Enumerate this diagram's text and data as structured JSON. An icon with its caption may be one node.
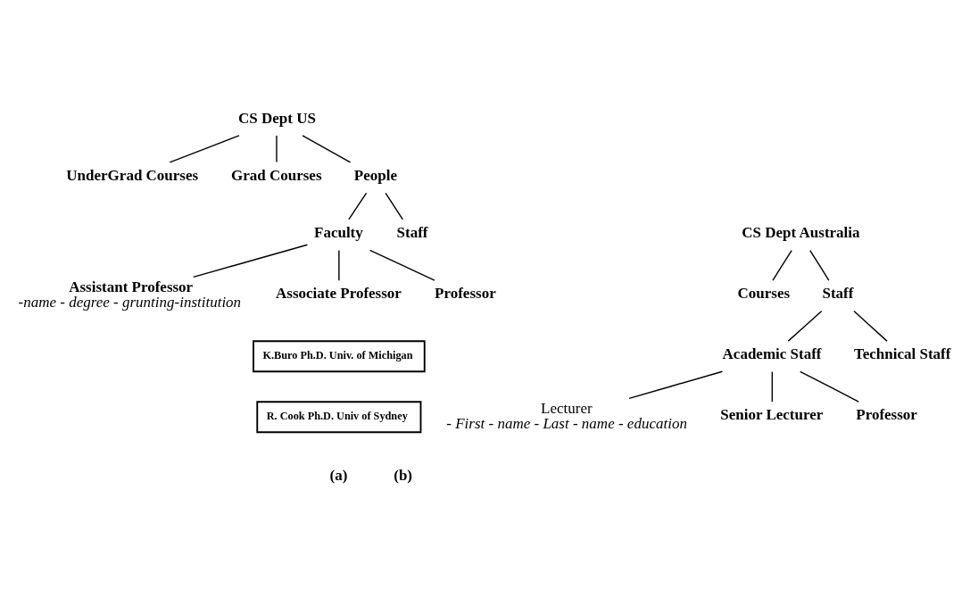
{
  "diagram": {
    "nodes": [
      {
        "text": [
          "CS Dept US"
        ]
      },
      {
        "text": [
          "UnderGrad Courses"
        ]
      },
      {
        "text": [
          "Grad Courses"
        ]
      },
      {
        "text": [
          "People"
        ]
      },
      {
        "text": [
          "Faculty"
        ]
      },
      {
        "text": [
          "Staff"
        ]
      },
      {
        "text": [
          "Assistant Professor",
          "-name - degree - grunting-institution"
        ]
      },
      {
        "text": [
          "Associate Professor"
        ]
      },
      {
        "text": [
          "K.Buro Ph.D. Univ. of Michigan"
        ]
      },
      {
        "text": [
          "R. Cook Ph.D. Univ of Sydney"
        ]
      },
      {
        "text": [
          "Professor"
        ]
      },
      {
        "text": [
          "CS Dept Australia"
        ]
      },
      {
        "text": [
          "Courses"
        ]
      },
      {
        "text": [
          "Staff"
        ]
      },
      {
        "text": [
          "Academic Staff"
        ]
      },
      {
        "text": [
          "Technical Staff"
        ]
      },
      {
        "text": [
          "Lecturer",
          "- First - name - Last - name - education"
        ]
      },
      {
        "text": [
          "Senior Lecturer"
        ]
      },
      {
        "text": [
          "Professor"
        ]
      }
    ],
    "edges": [
      {
        "from": 0,
        "to": 1,
        "arrow": "none"
      },
      {
        "from": 0,
        "to": 2,
        "arrow": "none"
      },
      {
        "from": 0,
        "to": 3,
        "arrow": "none"
      },
      {
        "from": 3,
        "to": 4,
        "arrow": "none"
      },
      {
        "from": 3,
        "to": 5,
        "arrow": "none"
      },
      {
        "from": 4,
        "to": 6,
        "arrow": "none"
      },
      {
        "from": 4,
        "to": 7,
        "arrow": "none"
      },
      {
        "from": 4,
        "to": 10,
        "arrow": "none"
      },
      {
        "from": 11,
        "to": 12,
        "arrow": "none"
      },
      {
        "from": 11,
        "to": 13,
        "arrow": "none"
      },
      {
        "from": 13,
        "to": 14,
        "arrow": "none"
      },
      {
        "from": 13,
        "to": 15,
        "arrow": "none"
      },
      {
        "from": 14,
        "to": 16,
        "arrow": "none"
      },
      {
        "from": 14,
        "to": 17,
        "arrow": "none"
      },
      {
        "from": 14,
        "to": 18,
        "arrow": "none"
      }
    ],
    "labels": [
      "(a)",
      "(b)"
    ]
  }
}
